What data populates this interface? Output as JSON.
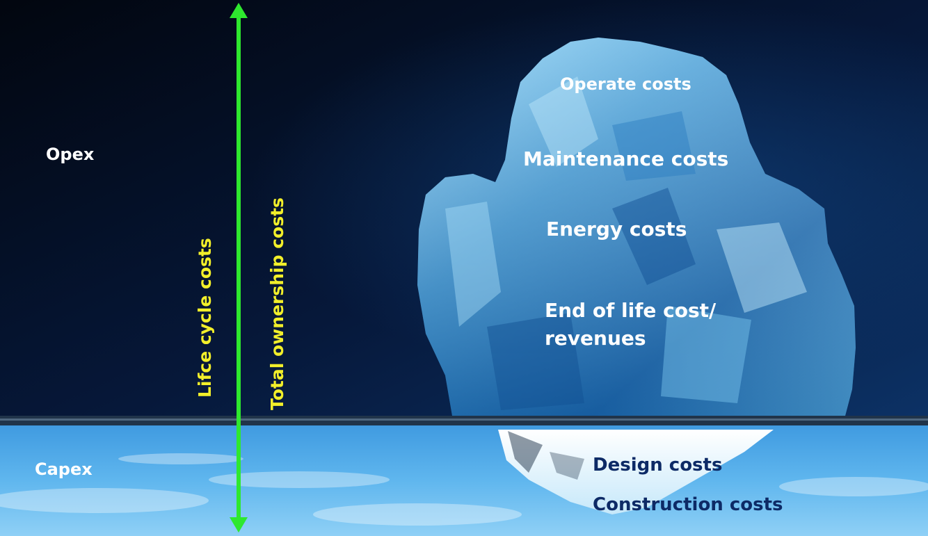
{
  "zones": {
    "upper": "Opex",
    "lower": "Capex"
  },
  "arrow_labels": {
    "life_cycle": "Lifce cycle costs",
    "ownership": "Total ownership costs"
  },
  "iceberg_top": {
    "operate": "Operate costs",
    "maintenance": "Maintenance costs",
    "energy": "Energy costs",
    "end_of_life_line1": "End of life cost/",
    "end_of_life_line2": "revenues"
  },
  "iceberg_bottom": {
    "design": "Design costs",
    "construction": "Construction costs"
  },
  "colors": {
    "sky_top": "#030b1c",
    "sky_bottom": "#0a2a5c",
    "water": "#4fa8e6",
    "iceberg": "#3fa0d8",
    "arrow": "#2ee82e",
    "arrow_label": "#f2ef2a"
  }
}
